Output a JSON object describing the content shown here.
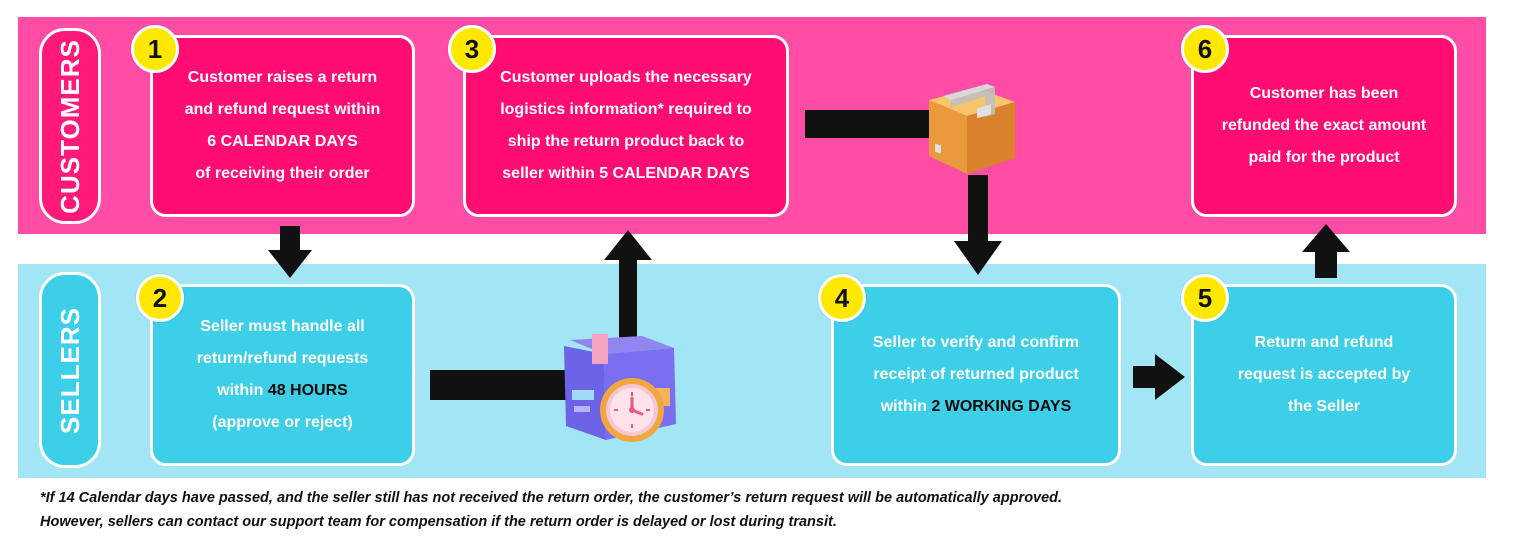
{
  "lanes": {
    "customers": "CUSTOMERS",
    "sellers": "SELLERS"
  },
  "steps": [
    {
      "number": "1",
      "lines": [
        "Customer raises a return",
        "and refund request within"
      ],
      "emphasis": "6 CALENDAR DAYS",
      "after": "of receiving their order"
    },
    {
      "number": "2",
      "lines": [
        "Seller must handle all",
        "return/refund requests"
      ],
      "prefix": "within ",
      "emphasis": "48 HOURS",
      "after": "(approve or reject)"
    },
    {
      "number": "3",
      "lines": [
        "Customer uploads the necessary",
        "logistics information* required to",
        "ship the return product back to"
      ],
      "prefix": "seller within ",
      "emphasis": "5 CALENDAR DAYS"
    },
    {
      "number": "4",
      "lines": [
        "Seller to verify and confirm",
        "receipt of returned product"
      ],
      "prefix": "within ",
      "emphasis": "2 WORKING DAYS"
    },
    {
      "number": "5",
      "lines": [
        "Return and refund",
        "request is accepted by",
        "the Seller"
      ]
    },
    {
      "number": "6",
      "lines": [
        "Customer has been",
        "refunded the exact amount",
        "paid for the product"
      ]
    }
  ],
  "footnote": [
    "*If 14 Calendar days have passed, and the seller still has not received the return order, the customer’s return request will be automatically approved.",
    "However, sellers can contact our support team for compensation if the return order is delayed or lost during transit."
  ],
  "colors": {
    "customers_band": "#ff4da6",
    "customers_card": "#ff0d73",
    "sellers_band": "#a2e6f5",
    "sellers_card": "#3dcfe8",
    "badge": "#ffe800",
    "arrow": "#111111"
  },
  "icons": [
    "package-box-icon",
    "box-with-clock-icon"
  ]
}
